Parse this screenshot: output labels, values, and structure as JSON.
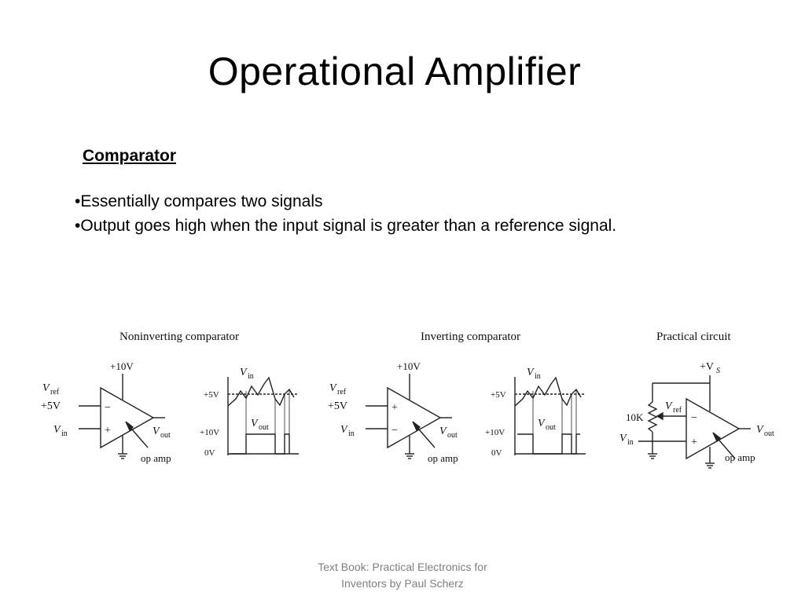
{
  "title": "Operational Amplifier",
  "subheading": "Comparator",
  "bullets": [
    "•Essentially compares two signals",
    "•Output goes high when the input signal is greater than a reference signal."
  ],
  "figure": {
    "noninverting": {
      "caption": "Noninverting comparator",
      "supply": "+10V",
      "ref_label": "V",
      "ref_sub": "ref",
      "ref_value": "+5V",
      "in_label": "V",
      "in_sub": "in",
      "out_label": "V",
      "out_sub": "out",
      "minus_sign": "−",
      "plus_sign": "+",
      "opamp_label": "op amp",
      "graph": {
        "vin_label": "V",
        "vin_sub": "in",
        "vout_label": "V",
        "vout_sub": "out",
        "level_5v": "+5V",
        "level_10v": "+10V",
        "level_0v": "0V"
      }
    },
    "inverting": {
      "caption": "Inverting comparator",
      "supply": "+10V",
      "ref_label": "V",
      "ref_sub": "ref",
      "ref_value": "+5V",
      "in_label": "V",
      "in_sub": "in",
      "out_label": "V",
      "out_sub": "out",
      "plus_sign": "+",
      "minus_sign": "−",
      "opamp_label": "op amp",
      "graph": {
        "vin_label": "V",
        "vin_sub": "in",
        "vout_label": "V",
        "vout_sub": "out",
        "level_5v": "+5V",
        "level_10v": "+10V",
        "level_0v": "0V"
      }
    },
    "practical": {
      "caption": "Practical circuit",
      "supply_label": "+V",
      "supply_sub": "S",
      "pot_label": "10K",
      "ref_label": "V",
      "ref_sub": "ref",
      "in_label": "V",
      "in_sub": "in",
      "out_label": "V",
      "out_sub": "out",
      "minus_sign": "−",
      "plus_sign": "+",
      "opamp_label": "op amp"
    }
  },
  "footer": {
    "line1": "Text Book: Practical Electronics for",
    "line2": "Inventors by Paul Scherz"
  }
}
